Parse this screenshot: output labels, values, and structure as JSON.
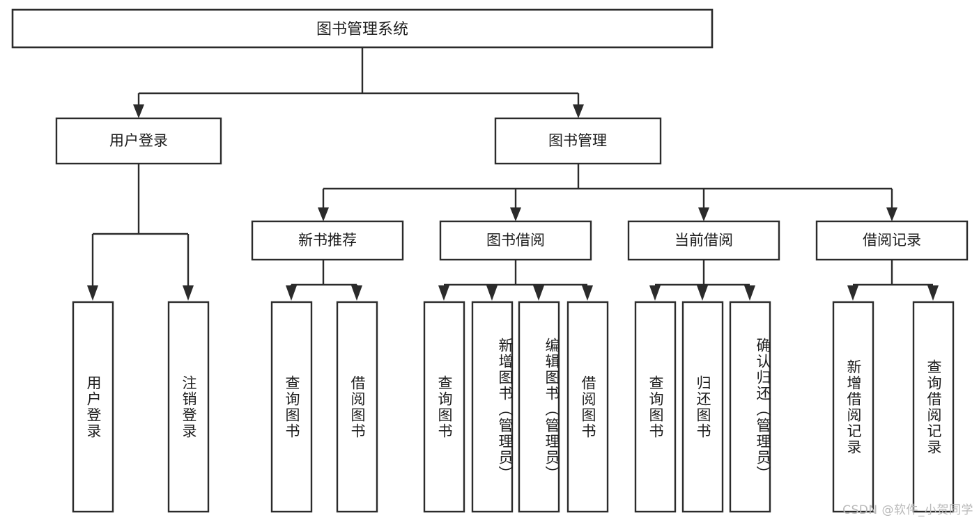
{
  "diagram": {
    "type": "tree",
    "title": "图书管理系统",
    "orientation": "top-down",
    "root": {
      "label": "图书管理系统",
      "level": 0
    },
    "level1": [
      {
        "label": "用户登录"
      },
      {
        "label": "图书管理"
      }
    ],
    "level2": [
      {
        "label": "新书推荐",
        "parent": "图书管理"
      },
      {
        "label": "图书借阅",
        "parent": "图书管理"
      },
      {
        "label": "当前借阅",
        "parent": "图书管理"
      },
      {
        "label": "借阅记录",
        "parent": "图书管理"
      }
    ],
    "leaves": {
      "用户登录": [
        {
          "label": "用户登录"
        },
        {
          "label": "注销登录"
        }
      ],
      "新书推荐": [
        {
          "label": "查询图书"
        },
        {
          "label": "借阅图书"
        }
      ],
      "图书借阅": [
        {
          "label": "查询图书"
        },
        {
          "label": "新增图书（管理员）"
        },
        {
          "label": "编辑图书（管理员）"
        },
        {
          "label": "借阅图书"
        }
      ],
      "当前借阅": [
        {
          "label": "查询图书"
        },
        {
          "label": "归还图书"
        },
        {
          "label": "确认归还（管理员）"
        }
      ],
      "借阅记录": [
        {
          "label": "新增借阅记录"
        },
        {
          "label": "查询借阅记录"
        }
      ]
    }
  },
  "labels": {
    "root": "图书管理系统",
    "user_login": "用户登录",
    "book_manage": "图书管理",
    "new_book_rec": "新书推荐",
    "book_borrow": "图书借阅",
    "current_borrow": "当前借阅",
    "borrow_record": "借阅记录",
    "leaf_user_login": "用户登录",
    "leaf_logout": "注销登录",
    "leaf_query_book_1": "查询图书",
    "leaf_borrow_book_1": "借阅图书",
    "leaf_query_book_2": "查询图书",
    "leaf_add_book": "新增图书（管理员）",
    "leaf_edit_book": "编辑图书（管理员）",
    "leaf_borrow_book_2": "借阅图书",
    "leaf_query_book_3": "查询图书",
    "leaf_return_book": "归还图书",
    "leaf_confirm_return": "确认归还（管理员）",
    "leaf_add_record": "新增借阅记录",
    "leaf_query_record": "查询借阅记录"
  },
  "watermark": {
    "text": "CSDN @软件_小贺同学"
  },
  "colors": {
    "stroke": "#2b2b2b",
    "fill": "#ffffff",
    "text": "#1d1d1d",
    "watermark": "#b9b9b9",
    "background": "#ffffff"
  }
}
